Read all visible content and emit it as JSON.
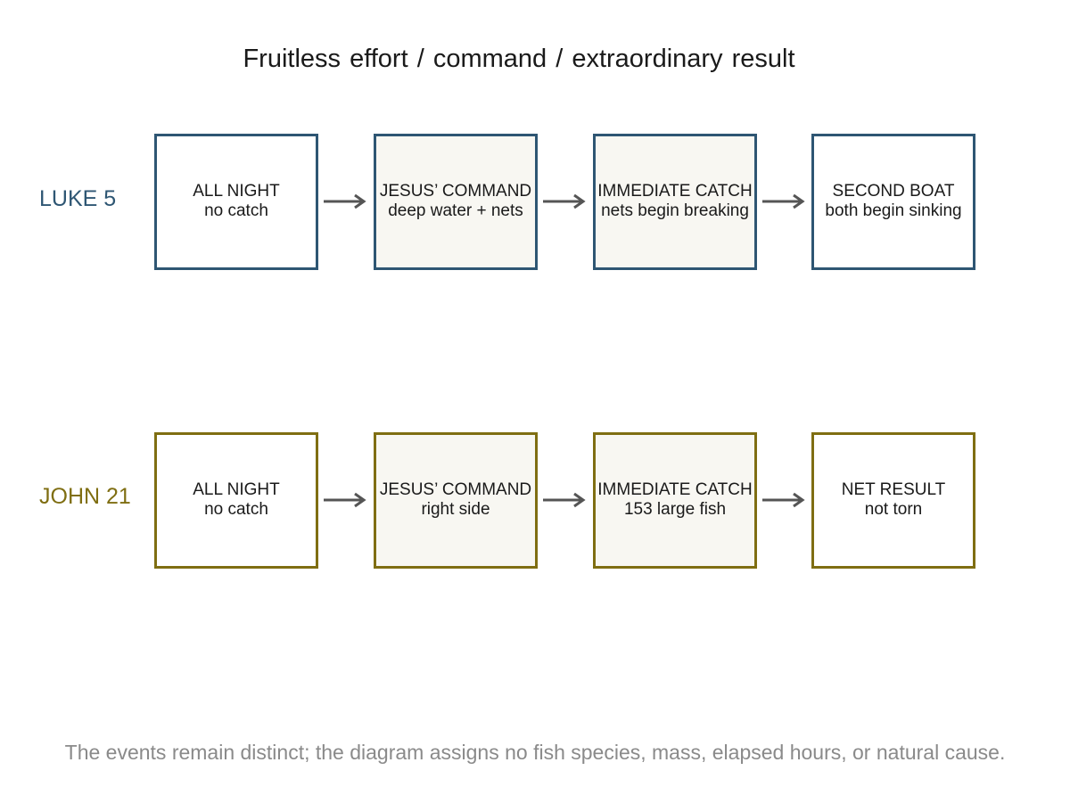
{
  "title": "Fruitless effort  /  command  /  extraordinary result",
  "colors": {
    "luke": "#2e5673",
    "john": "#7f6e12",
    "shaded_fill": "#f8f7f2",
    "arrow": "#555555",
    "footnote": "#8a8a8a"
  },
  "rows": [
    {
      "label": "LUKE 5",
      "steps": [
        {
          "heading": "ALL NIGHT",
          "detail": "no catch",
          "shaded": false
        },
        {
          "heading": "JESUS’ COMMAND",
          "detail": "deep water + nets",
          "shaded": true
        },
        {
          "heading": "IMMEDIATE CATCH",
          "detail": "nets begin breaking",
          "shaded": true
        },
        {
          "heading": "SECOND BOAT",
          "detail": "both begin sinking",
          "shaded": false
        }
      ]
    },
    {
      "label": "JOHN 21",
      "steps": [
        {
          "heading": "ALL NIGHT",
          "detail": "no catch",
          "shaded": false
        },
        {
          "heading": "JESUS’ COMMAND",
          "detail": "right side",
          "shaded": true
        },
        {
          "heading": "IMMEDIATE CATCH",
          "detail": "153 large fish",
          "shaded": true
        },
        {
          "heading": "NET RESULT",
          "detail": "not torn",
          "shaded": false
        }
      ]
    }
  ],
  "footnote": "The events remain distinct; the diagram assigns no fish species, mass, elapsed hours, or natural cause."
}
